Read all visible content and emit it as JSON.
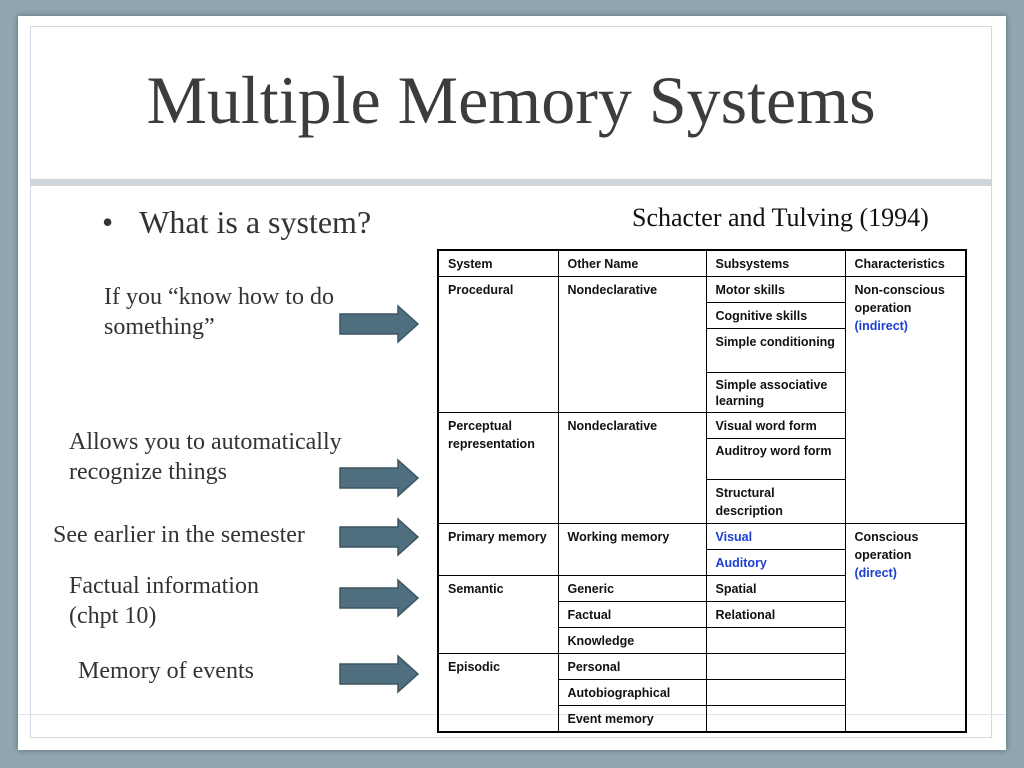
{
  "slide": {
    "title": "Multiple Memory Systems",
    "bullet": "What is a system?",
    "citation": "Schacter and Tulving (1994)"
  },
  "notes": {
    "procedural": [
      "If you “know how to do",
      "something”"
    ],
    "perceptual": [
      "Allows you to automatically",
      "recognize things"
    ],
    "primary": "See earlier in the semester",
    "semantic": [
      "Factual information",
      "(chpt 10)"
    ],
    "episodic": "Memory of events"
  },
  "arrow_color": "#4f6f7f",
  "link_color": "#1a3fd1",
  "table": {
    "headers": {
      "system": "System",
      "other_name": "Other Name",
      "subsystems": "Subsystems",
      "characteristics": "Characteristics"
    },
    "procedural": {
      "system": "Procedural",
      "other_name": "Nondeclarative",
      "subsystems": [
        "Motor skills",
        "Cognitive skills",
        "Simple conditioning",
        "Simple associative learning"
      ],
      "characteristics": "Non-conscious operation",
      "characteristics_note": "(indirect)"
    },
    "perceptual": {
      "system": "Perceptual representation",
      "other_name": "Nondeclarative",
      "subsystems": [
        "Visual word form",
        "Auditroy word form",
        "Structural description"
      ]
    },
    "primary": {
      "system": "Primary memory",
      "other_name": "Working memory",
      "subsystems": [
        "Visual",
        "Auditory"
      ],
      "characteristics": "Conscious operation",
      "characteristics_note": "(direct)"
    },
    "semantic": {
      "system": "Semantic",
      "other_names": [
        "Generic",
        "Factual",
        "Knowledge"
      ],
      "subsystems": [
        "Spatial",
        "Relational",
        ""
      ]
    },
    "episodic": {
      "system": "Episodic",
      "other_names": [
        "Personal",
        "Autobiographical",
        "Event memory"
      ],
      "subsystems": [
        "",
        "",
        ""
      ]
    }
  }
}
